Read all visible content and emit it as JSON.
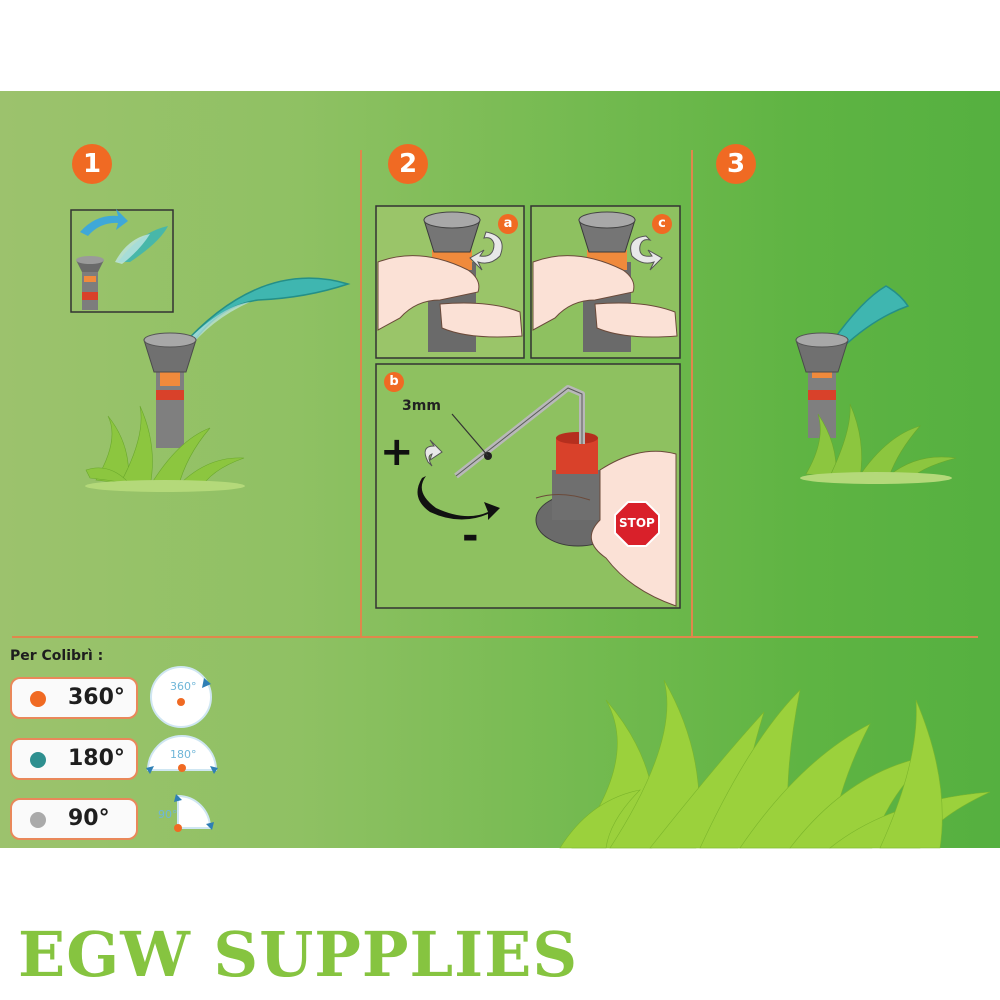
{
  "steps": [
    "1",
    "2",
    "3"
  ],
  "substeps": [
    "a",
    "c",
    "b"
  ],
  "tool_label": "3mm",
  "plus_sign": "+",
  "minus_sign": "-",
  "stop_sign": "STOP",
  "legend": {
    "title": "Per Colibrì :",
    "items": [
      {
        "angle": "360°",
        "color": "#f06a23",
        "diagram_label": "360°"
      },
      {
        "angle": "180°",
        "color": "#2e8f8f",
        "diagram_label": "180°"
      },
      {
        "angle": "90°",
        "color": "#aaaaaa",
        "diagram_label": "90°"
      }
    ]
  },
  "brand": "EGW SUPPLIES",
  "colors": {
    "accent": "#f06a23",
    "water": "#3fb6b0",
    "brand_green": "#86c440"
  }
}
